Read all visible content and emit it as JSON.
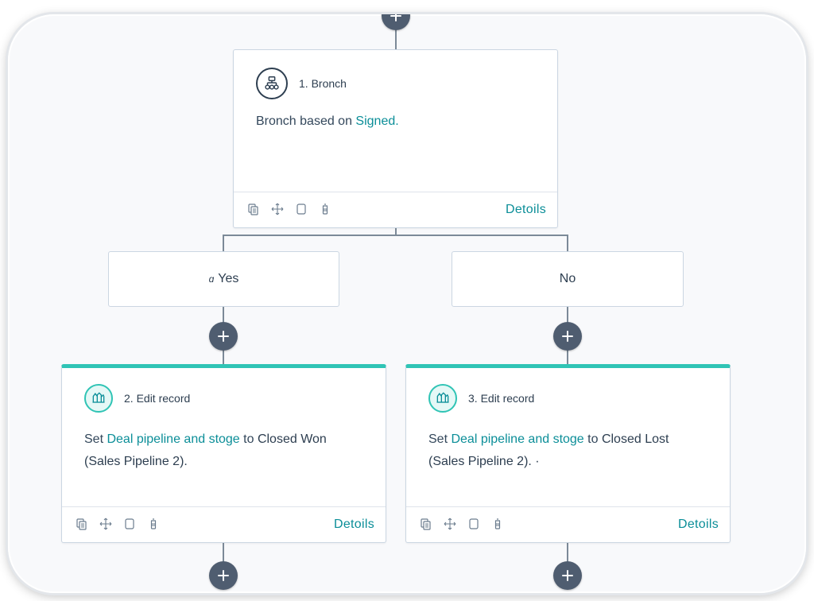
{
  "branch_step": {
    "number_title": "1. Bronch",
    "body_prefix": "Bronch based on ",
    "body_link": "Signed.",
    "details_label": "Detoils",
    "icon": "branch-icon"
  },
  "branches": {
    "yes": {
      "marker": "ɑ",
      "label": "Yes"
    },
    "no": {
      "label": "No"
    }
  },
  "actions": [
    {
      "title": "2. Edit record",
      "set_word": "Set ",
      "property_link": "Deal pipeline and stoge",
      "to_word": " to ",
      "value_line1": "Closed Won",
      "value_line2": "(Sales Pipeline 2).",
      "details_label": "Detoils",
      "icon": "edit-record-icon"
    },
    {
      "title": "3. Edit record",
      "set_word": "Set ",
      "property_link": "Deal pipeline and stoge",
      "to_word": " to ",
      "value_line1": "Closed Lost",
      "value_line2": "(Sales Pipeline 2). ·",
      "details_label": "Detoils",
      "icon": "edit-record-icon"
    }
  ],
  "toolbar_icons": [
    "copy-icon",
    "move-icon",
    "clone-icon",
    "delete-icon"
  ],
  "colors": {
    "accent_teal": "#30c4b5",
    "link_teal": "#0b8e98",
    "plus_button": "#4f5d70",
    "connector": "#7c8a98"
  }
}
